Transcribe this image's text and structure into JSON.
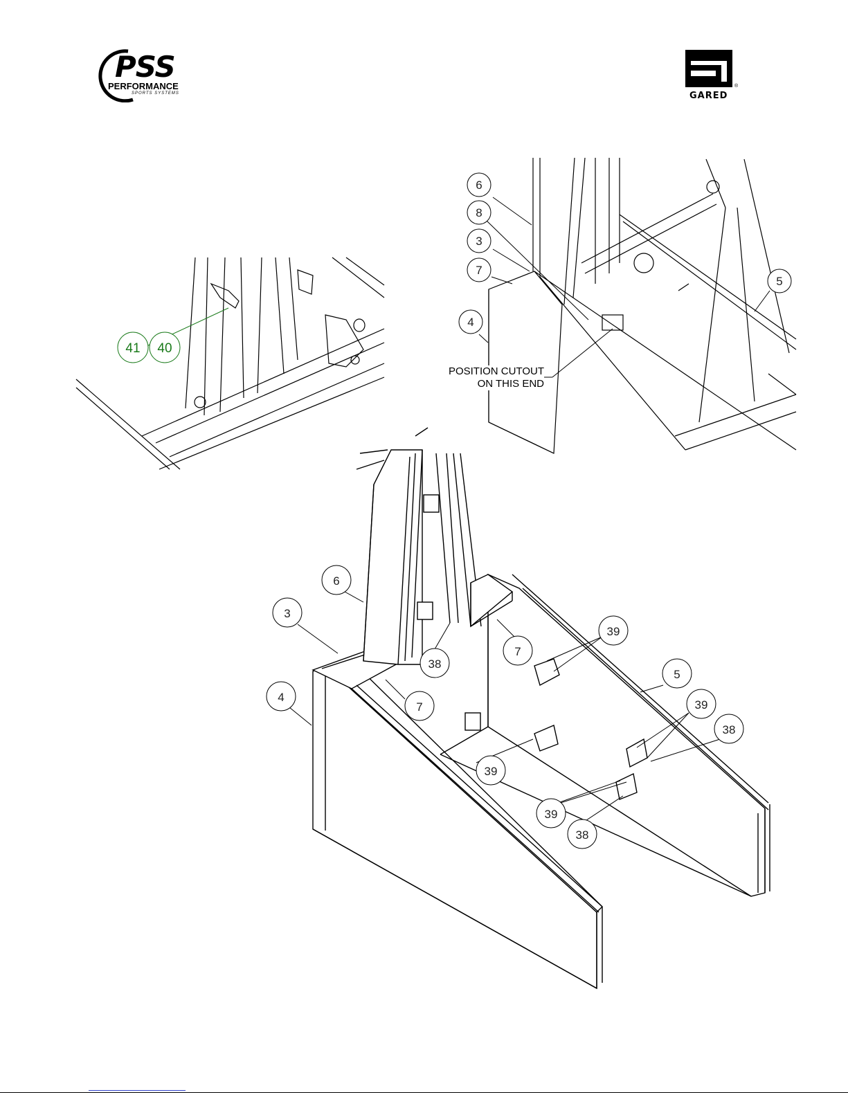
{
  "logos": {
    "pss": {
      "main": "PSS",
      "line1": "PERFORMANCE",
      "line2": "SPORTS SYSTEMS"
    },
    "gared": {
      "name": "GARED",
      "mark": "®"
    }
  },
  "detail_left": {
    "callouts": [
      "41",
      "40"
    ]
  },
  "detail_right": {
    "callouts": [
      "6",
      "8",
      "3",
      "7",
      "4",
      "5"
    ],
    "note_line1": "POSITION CUTOUT",
    "note_line2": "ON THIS END"
  },
  "main_view": {
    "callouts": [
      "6",
      "3",
      "4",
      "38",
      "7",
      "7",
      "39",
      "5",
      "39",
      "38",
      "39",
      "39",
      "38"
    ]
  },
  "colors": {
    "callout_green": "#1a7a1a",
    "line": "#000000"
  }
}
